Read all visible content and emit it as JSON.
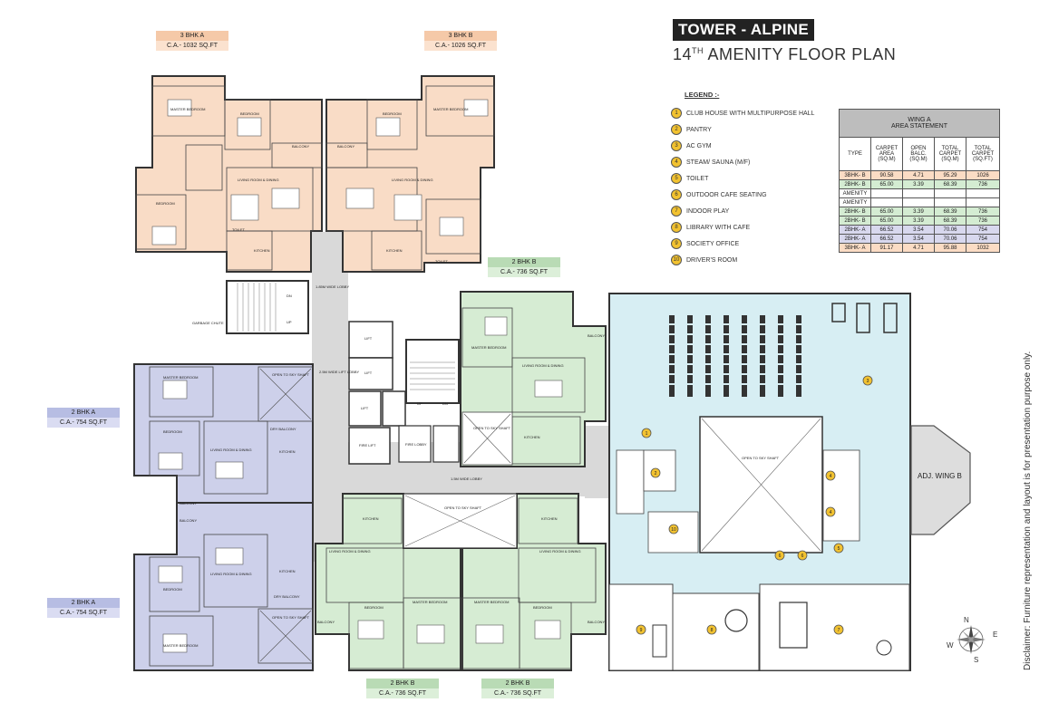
{
  "header": {
    "tower_title": "TOWER - ALPINE",
    "floor_ordinal": "14",
    "floor_suffix": "TH",
    "floor_title": " AMENITY FLOOR PLAN"
  },
  "legend": {
    "title": "LEGEND :-",
    "items": [
      {
        "num": "1",
        "label": "CLUB HOUSE WITH MULTIPURPOSE HALL"
      },
      {
        "num": "2",
        "label": "PANTRY"
      },
      {
        "num": "3",
        "label": "AC GYM"
      },
      {
        "num": "4",
        "label": "STEAM/ SAUNA (M/F)"
      },
      {
        "num": "5",
        "label": "TOILET"
      },
      {
        "num": "6",
        "label": "OUTDOOR CAFE SEATING"
      },
      {
        "num": "7",
        "label": "INDOOR PLAY"
      },
      {
        "num": "8",
        "label": "LIBRARY WITH CAFE"
      },
      {
        "num": "9",
        "label": "SOCIETY OFFICE"
      },
      {
        "num": "10",
        "label": "DRIVER'S ROOM"
      }
    ]
  },
  "area_statement": {
    "title_line1": "WING A",
    "title_line2": "AREA STATEMENT",
    "columns": [
      "TYPE",
      "CARPET AREA (SQ.M)",
      "OPEN BALC. (SQ.M)",
      "TOTAL CARPET (SQ.M)",
      "TOTAL CARPET (SQ.FT)"
    ],
    "rows": [
      {
        "cells": [
          "3BHK- B",
          "90.58",
          "4.71",
          "95.29",
          "1026"
        ],
        "tone": "orange"
      },
      {
        "cells": [
          "2BHK- B",
          "65.00",
          "3.39",
          "68.39",
          "736"
        ],
        "tone": "green"
      },
      {
        "cells": [
          "AMENITY",
          "",
          "",
          "",
          ""
        ],
        "tone": "white"
      },
      {
        "cells": [
          "AMENITY",
          "",
          "",
          "",
          ""
        ],
        "tone": "white"
      },
      {
        "cells": [
          "2BHK- B",
          "65.00",
          "3.39",
          "68.39",
          "736"
        ],
        "tone": "green"
      },
      {
        "cells": [
          "2BHK- B",
          "65.00",
          "3.39",
          "68.39",
          "736"
        ],
        "tone": "green"
      },
      {
        "cells": [
          "2BHK- A",
          "66.52",
          "3.54",
          "70.06",
          "754"
        ],
        "tone": "blue"
      },
      {
        "cells": [
          "2BHK- A",
          "66.52",
          "3.54",
          "70.06",
          "754"
        ],
        "tone": "blue"
      },
      {
        "cells": [
          "3BHK- A",
          "91.17",
          "4.71",
          "95.88",
          "1032"
        ],
        "tone": "orange"
      }
    ]
  },
  "unit_tags": {
    "bhk3a": {
      "type": "3 BHK A",
      "area": "C.A.- 1032 SQ.FT"
    },
    "bhk3b": {
      "type": "3 BHK B",
      "area": "C.A.- 1026 SQ.FT"
    },
    "bhk2b_top": {
      "type": "2 BHK B",
      "area": "C.A.- 736 SQ.FT"
    },
    "bhk2a_upper": {
      "type": "2 BHK A",
      "area": "C.A.- 754 SQ.FT"
    },
    "bhk2a_lower": {
      "type": "2 BHK A",
      "area": "C.A.- 754 SQ.FT"
    },
    "bhk2b_bl": {
      "type": "2 BHK B",
      "area": "C.A.- 736 SQ.FT"
    },
    "bhk2b_br": {
      "type": "2 BHK B",
      "area": "C.A.- 736 SQ.FT"
    }
  },
  "plan_labels": {
    "lift": "LIFT",
    "fire_lift": "FIRE LIFT",
    "fire_lobby": "FIRE LOBBY",
    "lift_lobby": "2.5M WIDE LIFT LOBBY",
    "lobby_1": "1.5M WIDE LOBBY",
    "lobby_2": "1.85M WIDE LOBBY",
    "sky_shaft": "OPEN TO SKY SHAFT",
    "garbage_chute": "GARBAGE CHUTE",
    "up": "UP",
    "dn": "DN",
    "adj_wing": "ADJ. WING B",
    "living": "LIVING ROOM & DINING",
    "kitchen": "KITCHEN",
    "master_bed": "MASTER BEDROOM",
    "bedroom": "BEDROOM",
    "balcony": "BALCONY",
    "toilet": "TOILET",
    "dry_balcony": "DRY BALCONY"
  },
  "compass": {
    "n": "N",
    "s": "S",
    "e": "E",
    "w": "W"
  },
  "disclaimer": "Disclaimer: Furniture representation and layout is for presentation purpose only.",
  "colors": {
    "orange_unit": "#f9dcc6",
    "green_unit": "#d6ecd3",
    "blue_unit": "#cdd0ea",
    "amenity": "#d7eef3",
    "corridor": "#d9d9d9",
    "legend_dot": "#f2c230"
  }
}
